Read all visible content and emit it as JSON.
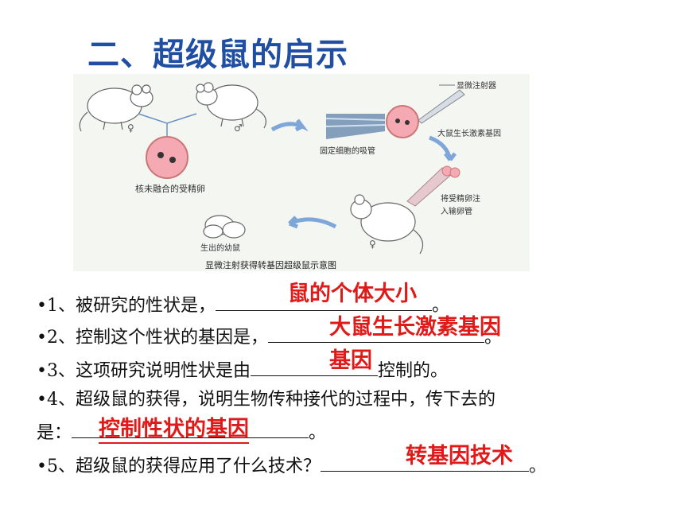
{
  "title": "二、超级鼠的启示",
  "figure": {
    "labels": {
      "micro_injector": "显微注射器",
      "holding_pipette": "固定细胞的吸管",
      "gh_gene": "大鼠生长激素基因",
      "fertilized_egg": "核未融合的受精卵",
      "inject_line1": "将受精卵注",
      "inject_line2": "入输卵管",
      "pups": "生出的幼鼠",
      "caption": "显微注射获得转基因超级鼠示意图",
      "female": "♀",
      "male": "♂"
    }
  },
  "questions": [
    {
      "prefix": "•1、被研究的性状是，",
      "suffix": "。",
      "answer": "鼠的个体大小"
    },
    {
      "prefix": "•2、控制这个性状的基因是，",
      "suffix": "。",
      "answer": "大鼠生长激素基因"
    },
    {
      "prefix": "•3、这项研究说明性状是由",
      "suffix": "控制的。",
      "answer": "基因"
    },
    {
      "prefix": "•4、超级鼠的获得，说明生物传种接代的过程中，传下去的",
      "line2_prefix": "是：",
      "suffix": "。",
      "answer": "控制性状的基因"
    },
    {
      "prefix": "•5、超级鼠的获得应用了什么技术？",
      "suffix": "。",
      "answer": "转基因技术"
    }
  ],
  "colors": {
    "title": "#1f4ea3",
    "answer": "#e01919",
    "text": "#111111"
  }
}
